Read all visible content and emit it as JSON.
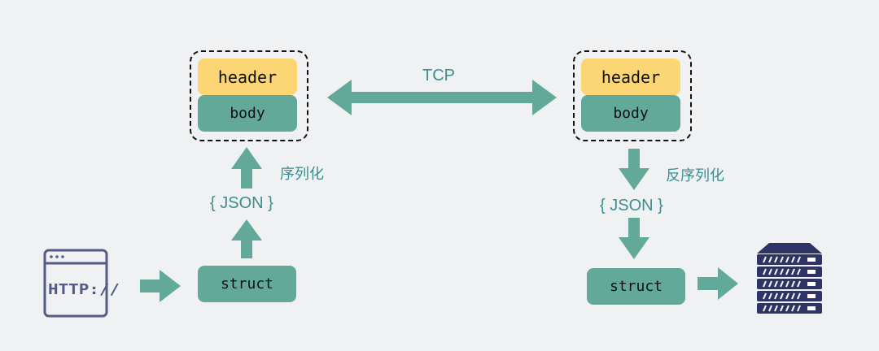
{
  "left_packet": {
    "header": "header",
    "body": "body"
  },
  "right_packet": {
    "header": "header",
    "body": "body"
  },
  "tcp_label": "TCP",
  "serialize_label": "序列化",
  "deserialize_label": "反序列化",
  "left_json": "{ JSON }",
  "right_json": "{ JSON }",
  "left_struct": "struct",
  "right_struct": "struct",
  "http_icon_text": "HTTP://",
  "colors": {
    "header": "#fcd575",
    "body": "#62a99a",
    "arrow": "#62a99a",
    "label": "#3e8d8f",
    "icon": "#535b86",
    "background": "#f0f1f3"
  }
}
